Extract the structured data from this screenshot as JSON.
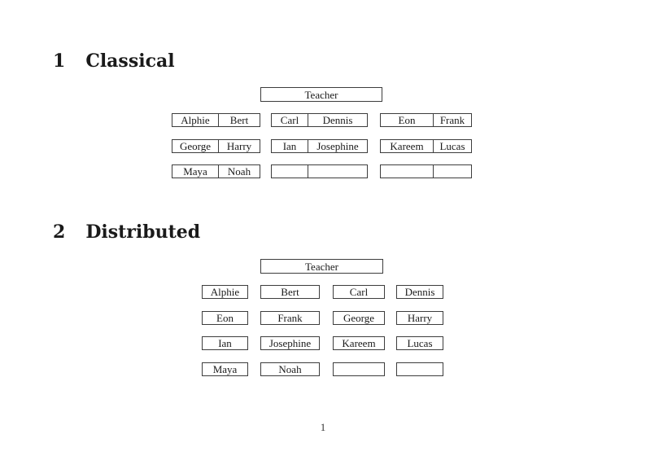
{
  "colors": {
    "background": "#ffffff",
    "ink": "#1a1a1a",
    "box_border": "#3d3d3d"
  },
  "sections": [
    {
      "number": "1",
      "title": "Classical"
    },
    {
      "number": "2",
      "title": "Distributed"
    }
  ],
  "classical": {
    "teacher_label": "Teacher",
    "rows": [
      [
        {
          "left": "Alphie",
          "right": "Bert"
        },
        {
          "left": "Carl",
          "right": "Dennis"
        },
        {
          "left": "Eon",
          "right": "Frank"
        }
      ],
      [
        {
          "left": "George",
          "right": "Harry"
        },
        {
          "left": "Ian",
          "right": "Josephine"
        },
        {
          "left": "Kareem",
          "right": "Lucas"
        }
      ],
      [
        {
          "left": "Maya",
          "right": "Noah"
        },
        {
          "left": "",
          "right": ""
        },
        {
          "left": "",
          "right": ""
        }
      ]
    ]
  },
  "distributed": {
    "teacher_label": "Teacher",
    "rows": [
      [
        "Alphie",
        "Bert",
        "Carl",
        "Dennis"
      ],
      [
        "Eon",
        "Frank",
        "George",
        "Harry"
      ],
      [
        "Ian",
        "Josephine",
        "Kareem",
        "Lucas"
      ],
      [
        "Maya",
        "Noah",
        "",
        ""
      ]
    ]
  },
  "page": {
    "number": "1"
  }
}
